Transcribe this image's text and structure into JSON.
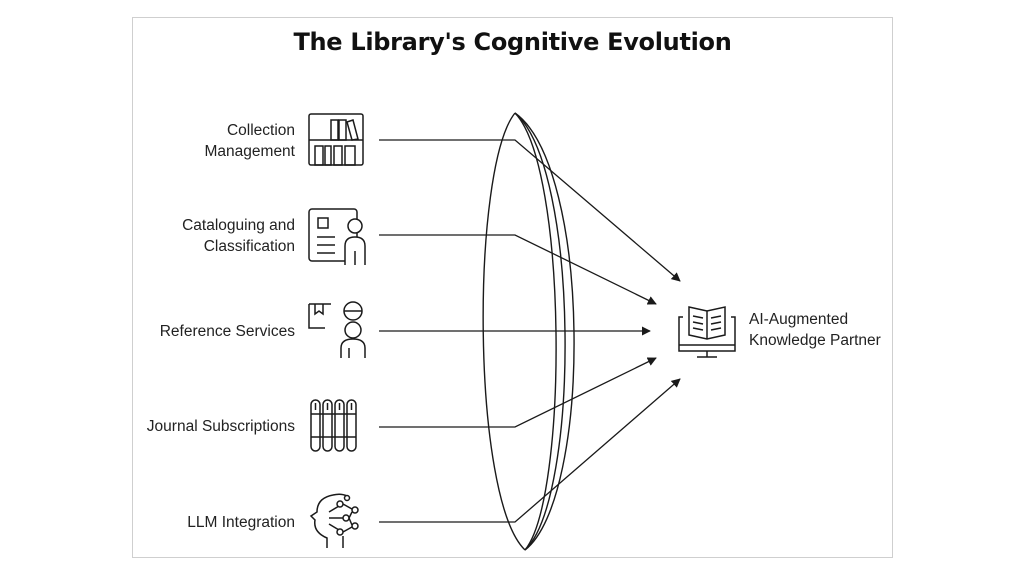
{
  "title": "The Library's Cognitive Evolution",
  "inputs": [
    {
      "label": "Collection\nManagement",
      "icon": "bookshelf-icon"
    },
    {
      "label": "Cataloguing and\nClassification",
      "icon": "catalog-card-icon"
    },
    {
      "label": "Reference Services",
      "icon": "reference-librarian-icon"
    },
    {
      "label": "Journal Subscriptions",
      "icon": "test-tubes-icon"
    },
    {
      "label": "LLM Integration",
      "icon": "brain-network-icon"
    }
  ],
  "output": {
    "line1": "AI-Augmented",
    "line2": "Knowledge Partner",
    "icon": "computer-book-icon"
  },
  "colors": {
    "stroke": "#1a1a1a",
    "text": "#222222",
    "border": "#cfcfcf"
  }
}
